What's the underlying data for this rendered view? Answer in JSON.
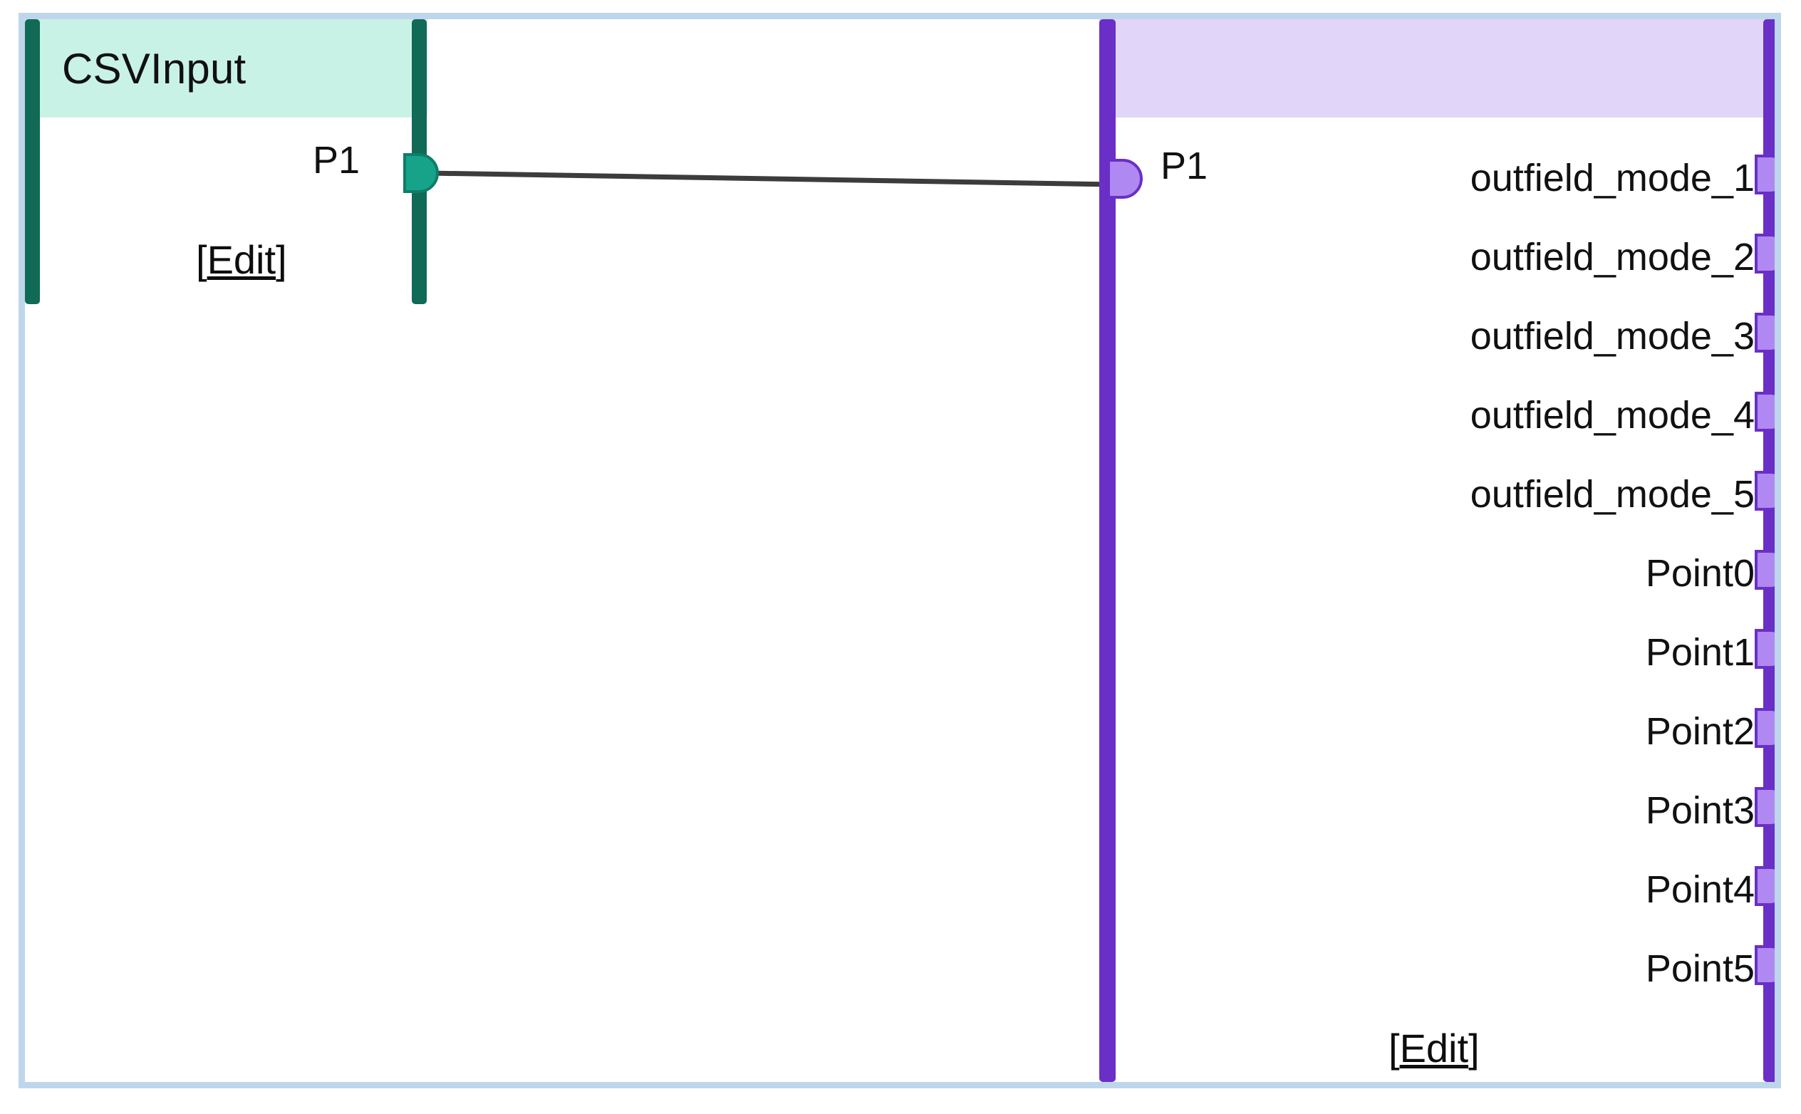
{
  "editor": {
    "frame_border_color": "#bed6ec",
    "background": "#ffffff"
  },
  "nodes": [
    {
      "id": "csvinput",
      "title": "CSVInput",
      "accent_color": "#106a56",
      "header_color": "#c9f2e6",
      "edit_label_open": "[",
      "edit_label_word": "Edit",
      "edit_label_close": "]",
      "output_ports": [
        {
          "name": "P1",
          "label": "P1"
        }
      ],
      "input_ports": []
    },
    {
      "id": "transform",
      "title": "",
      "accent_color": "#6a2fc6",
      "header_color": "#e2d5fa",
      "edit_label_open": "[",
      "edit_label_word": "Edit",
      "edit_label_close": "]",
      "input_ports": [
        {
          "name": "P1",
          "label": "P1"
        }
      ],
      "output_ports": [
        {
          "name": "outfield_mode_1",
          "label": "outfield_mode_1"
        },
        {
          "name": "outfield_mode_2",
          "label": "outfield_mode_2"
        },
        {
          "name": "outfield_mode_3",
          "label": "outfield_mode_3"
        },
        {
          "name": "outfield_mode_4",
          "label": "outfield_mode_4"
        },
        {
          "name": "outfield_mode_5",
          "label": "outfield_mode_5"
        },
        {
          "name": "Point0",
          "label": "Point0"
        },
        {
          "name": "Point1",
          "label": "Point1"
        },
        {
          "name": "Point2",
          "label": "Point2"
        },
        {
          "name": "Point3",
          "label": "Point3"
        },
        {
          "name": "Point4",
          "label": "Point4"
        },
        {
          "name": "Point5",
          "label": "Point5"
        }
      ]
    }
  ],
  "connections": [
    {
      "from_node": "csvinput",
      "from_port": "P1",
      "to_node": "transform",
      "to_port": "P1",
      "color": "#3c3c3c"
    }
  ]
}
